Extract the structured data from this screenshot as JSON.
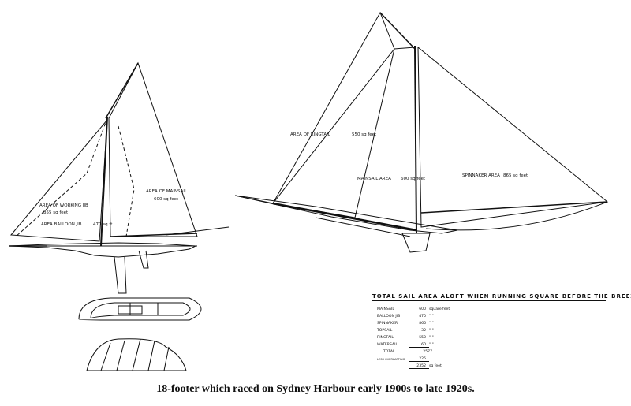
{
  "caption": "18-footer which raced on Sydney Harbour early 1900s to late 1920s.",
  "left_plan": {
    "mainsail_label": "AREA OF MAINSAIL",
    "mainsail_area": "600 sq feet",
    "working_jib_label": "AREA OF WORKING JIB",
    "working_jib_area": "855 sq feet",
    "balloon_jib_label": "AREA BALLOON JIB",
    "balloon_jib_area": "470 sq ft"
  },
  "right_plan": {
    "ringtail_label": "AREA OF RINGTAIL",
    "ringtail_area": "550 sq feet",
    "mainsail_label": "MAINSAIL AREA",
    "mainsail_area": "600 sq feet",
    "spinnaker_label": "SPINNAKER AREA",
    "spinnaker_area": "865 sq feet"
  },
  "table": {
    "title": "TOTAL SAIL AREA ALOFT WHEN RUNNING SQUARE BEFORE THE BREEZE",
    "rows": [
      {
        "name": "MAINSAIL",
        "value": "600",
        "unit": "square feet"
      },
      {
        "name": "BALLOON JIB",
        "value": "470",
        "unit": "\"   \""
      },
      {
        "name": "SPINNAKER",
        "value": "865",
        "unit": "\"   \""
      },
      {
        "name": "TOPSAIL",
        "value": "32",
        "unit": "\"   \""
      },
      {
        "name": "RINGTAIL",
        "value": "550",
        "unit": "\"   \""
      },
      {
        "name": "WATERSAIL",
        "value": "60",
        "unit": "\"   \""
      }
    ],
    "total_label": "TOTAL",
    "total_value": "2577",
    "less_label": "LESS OVERLAPPING",
    "less_value": "225",
    "final_value": "2352",
    "final_unit": "sq feet"
  }
}
